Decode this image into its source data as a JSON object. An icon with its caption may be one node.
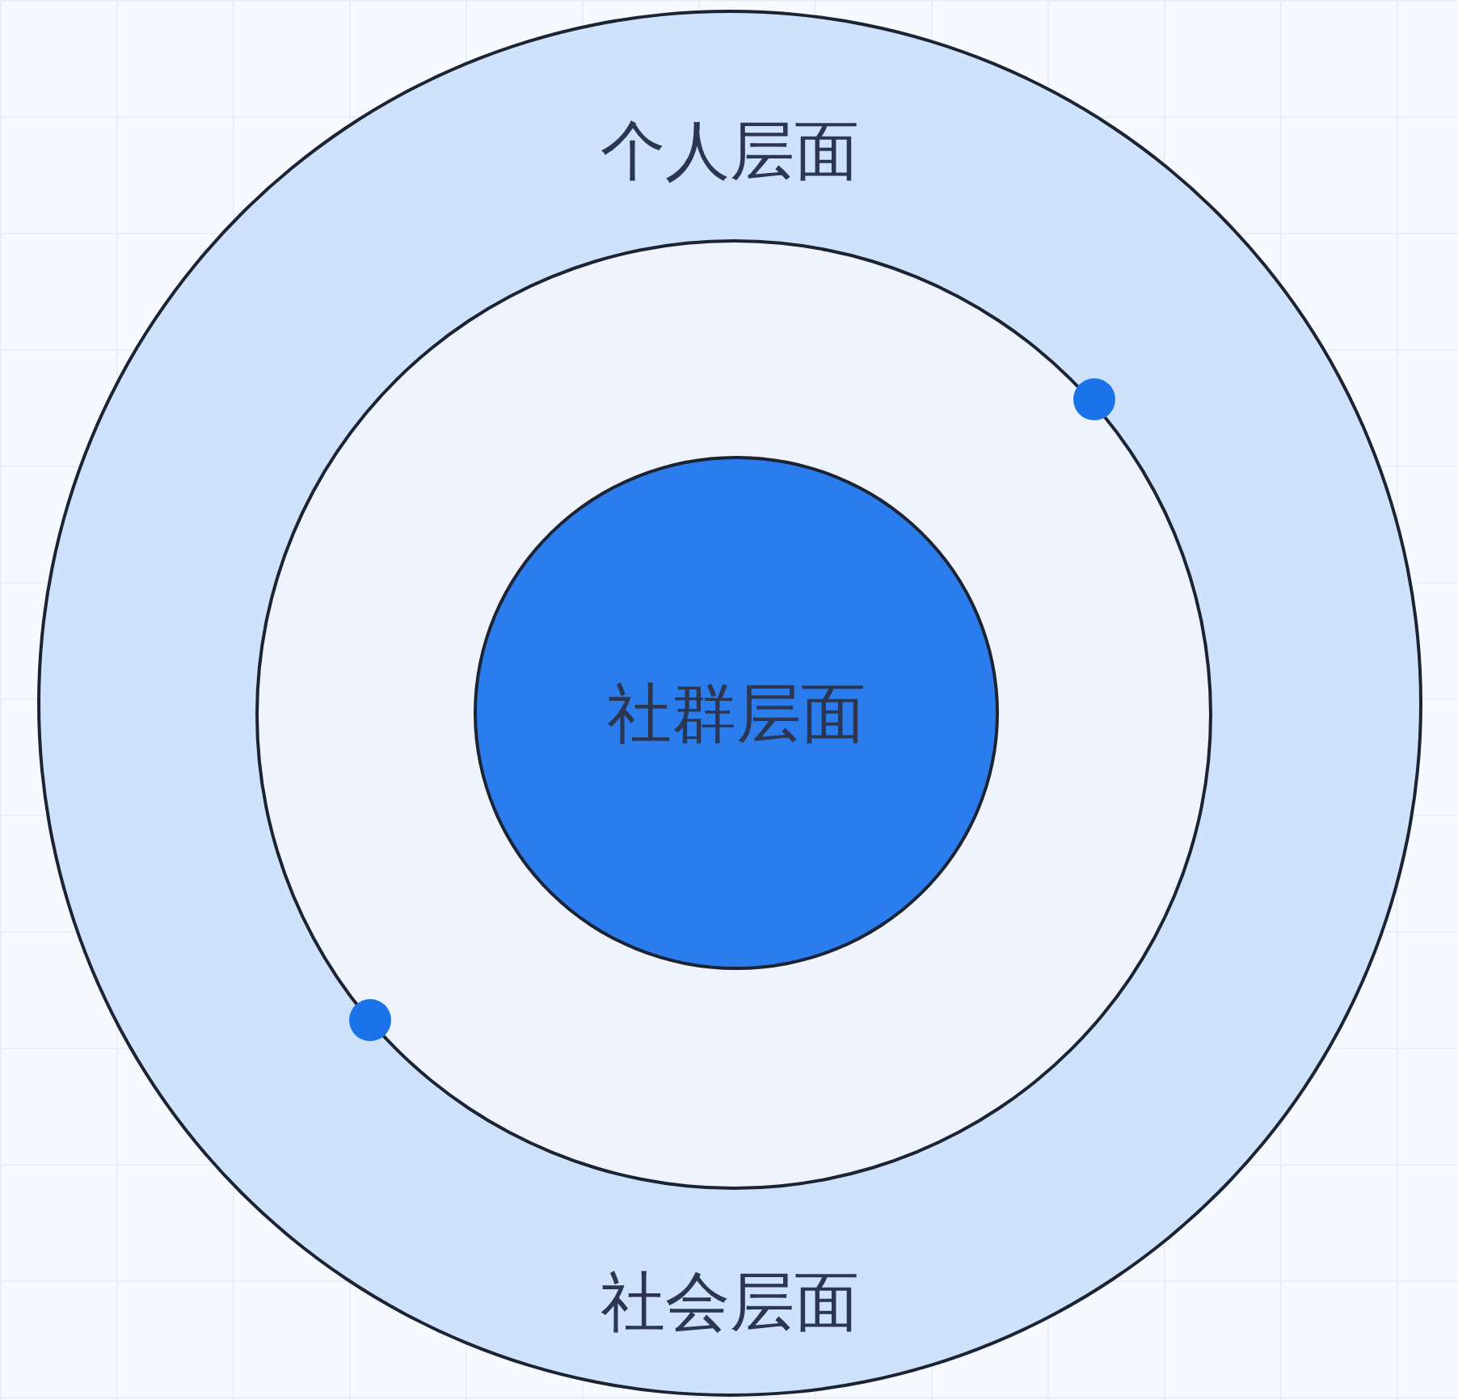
{
  "diagram": {
    "nodes": [
      {
        "text": [
          "个人层面",
          "社会层面"
        ]
      },
      {
        "text": [],
        "shape": "circle",
        "in": 0
      },
      {
        "text": [
          "社群层面"
        ],
        "in": 1
      }
    ]
  }
}
